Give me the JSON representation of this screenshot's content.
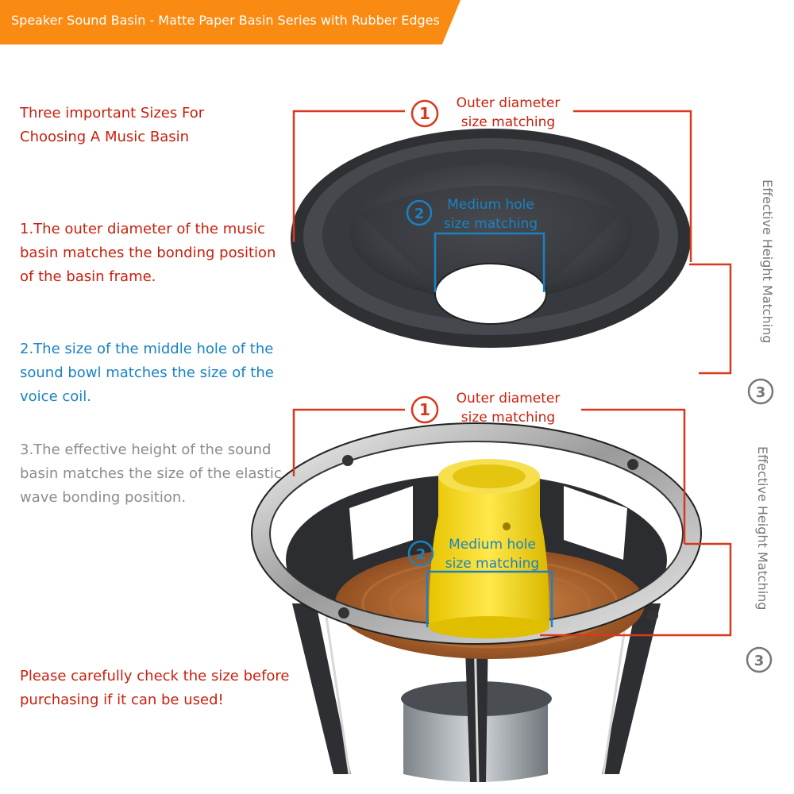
{
  "banner": {
    "title": "Speaker Sound Basin - Matte Paper Basin Series with Rubber Edges"
  },
  "left_text": {
    "intro": "Three important Sizes For Choosing A Music Basin",
    "point1": "1.The outer diameter of the music basin matches the bonding position of the basin frame.",
    "point2": "2.The size of the middle hole of the sound bowl matches the size of the voice coil.",
    "point3": "3.The effective height of the sound basin matches the size of the elastic wave bonding position.",
    "note": "Please carefully check the size before purchasing if it can be used!"
  },
  "top_diagram": {
    "marker1": "1",
    "outer_label": "Outer diameter size matching",
    "marker2": "2",
    "hole_label": "Medium hole size matching",
    "height_label": "Effective Height Matching",
    "marker3": "3"
  },
  "bottom_diagram": {
    "marker1": "1",
    "outer_label": "Outer diameter size matching",
    "marker2": "2",
    "hole_label": "Medium hole size matching",
    "height_label": "Effective Height Matching",
    "marker3": "3"
  },
  "colors": {
    "banner": "#f98a12",
    "red": "#c8200e",
    "blue": "#1a82c4",
    "grey": "#8c8c8c",
    "cone": "#3a3c40",
    "coil_former": "#f7d81c"
  },
  "icons": [
    "speaker-cone-image",
    "speaker-frame-image"
  ]
}
